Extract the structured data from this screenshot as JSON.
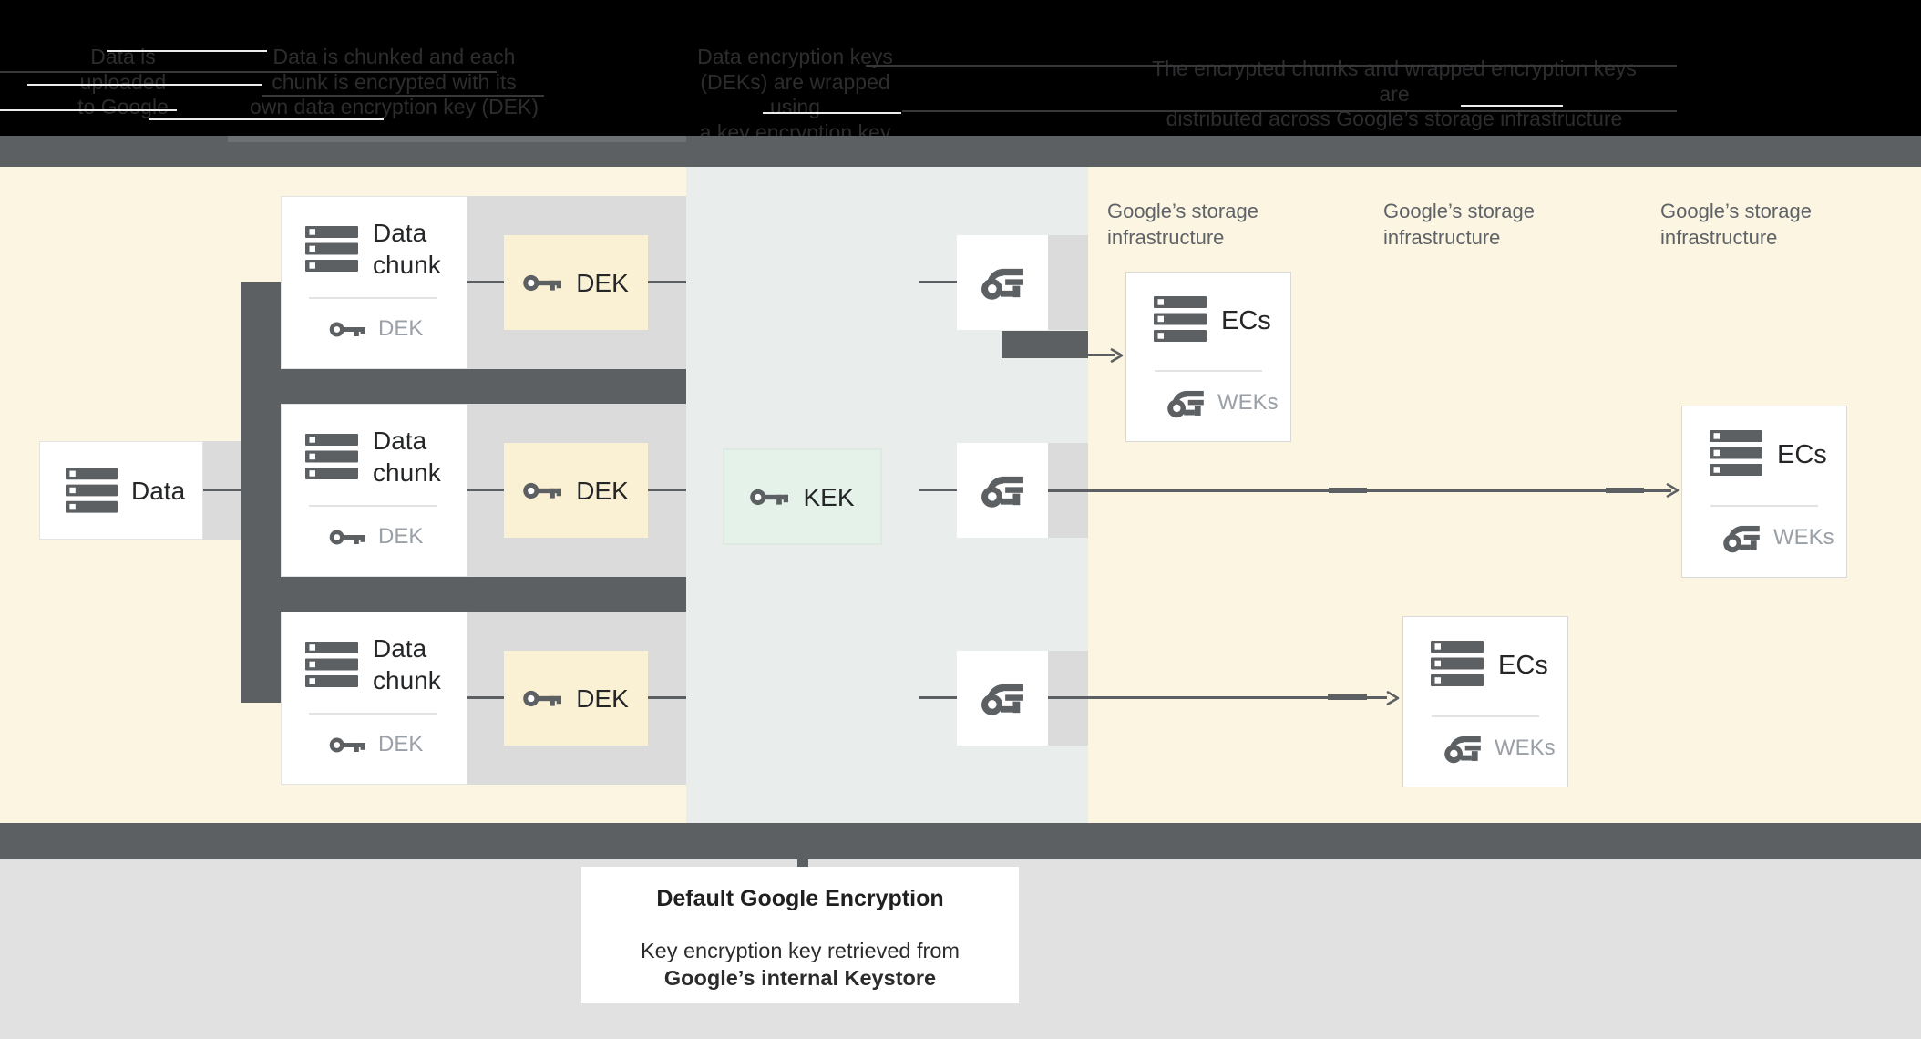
{
  "header": {
    "col1": {
      "lines": [
        "Data is",
        "uploaded",
        "to Google"
      ]
    },
    "col2": {
      "lines": [
        "Data is chunked and each",
        "chunk is encrypted with its",
        "own data encryption key (DEK)"
      ]
    },
    "col3": {
      "lines": [
        "Data encryption keys",
        "(DEKs) are wrapped using",
        "a key encryption key (KEK)"
      ]
    },
    "col4": {
      "lines": [
        "The encrypted chunks and wrapped encryption keys are",
        "distributed across Google’s storage infrastructure"
      ]
    }
  },
  "labels": {
    "data": "Data",
    "chunk_title": "Data chunk",
    "chunk_sub": "DEK",
    "dek": "DEK",
    "kek": "KEK",
    "ecs": "ECs",
    "weks": "WEKs",
    "storage": "Google’s storage infrastructure"
  },
  "caption": {
    "title": "Default Google Encryption",
    "line1": "Key encryption key retrieved from",
    "line2": "Google’s internal Keystore"
  },
  "colors": {
    "header_bg": "#000000",
    "divider_bar": "#5d6063",
    "canvas_cream": "#fbf5e2",
    "kek_column": "#e9edec",
    "process_band": "#dbdbdb",
    "dek_box_bg": "#faf0d3",
    "kek_box_bg": "#e4f2e9",
    "footer_bg": "#e1e1e1",
    "icon_gray": "#5d6063",
    "muted_label": "#9aa0a6",
    "storage_label": "#5f6368"
  }
}
